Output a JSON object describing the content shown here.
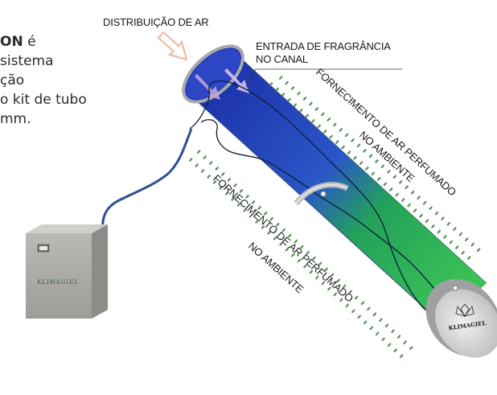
{
  "intro_text": {
    "line1_bold": "ON",
    "line1_rest": " é",
    "line2": "sistema",
    "line3": "ção",
    "line4": "o kit de tubo",
    "line5": "mm."
  },
  "labels": {
    "air_distribution": "DISTRIBUIÇÃO DE AR",
    "fragrance_inlet_line1": "ENTRADA DE FRAGRÂNCIA",
    "fragrance_inlet_line2": "NO CANAL",
    "supply_upper_line1": "FORNECIMENTO DE AR PERFUMADO",
    "supply_upper_line2": "NO AMBIENTE",
    "supply_lower_line1": "FORNECIMENTO DE AR PERFUMADO",
    "supply_lower_line2": "NO AMBIENTE"
  },
  "brand": {
    "box_logo": "KLIMAGIEL",
    "duct_logo": "KLIMAGIEL"
  },
  "colors": {
    "duct_blue": "#1f3fb8",
    "duct_green": "#2fb84a",
    "ring_grey": "#b8b8bc",
    "box_grey": "#a9aaa5",
    "cable_blue": "#2f4f8f",
    "arrow_peach": "#f2b49b",
    "arrow_purple": "#8a6fb5",
    "air_dots_green": "#5a9a5a"
  }
}
